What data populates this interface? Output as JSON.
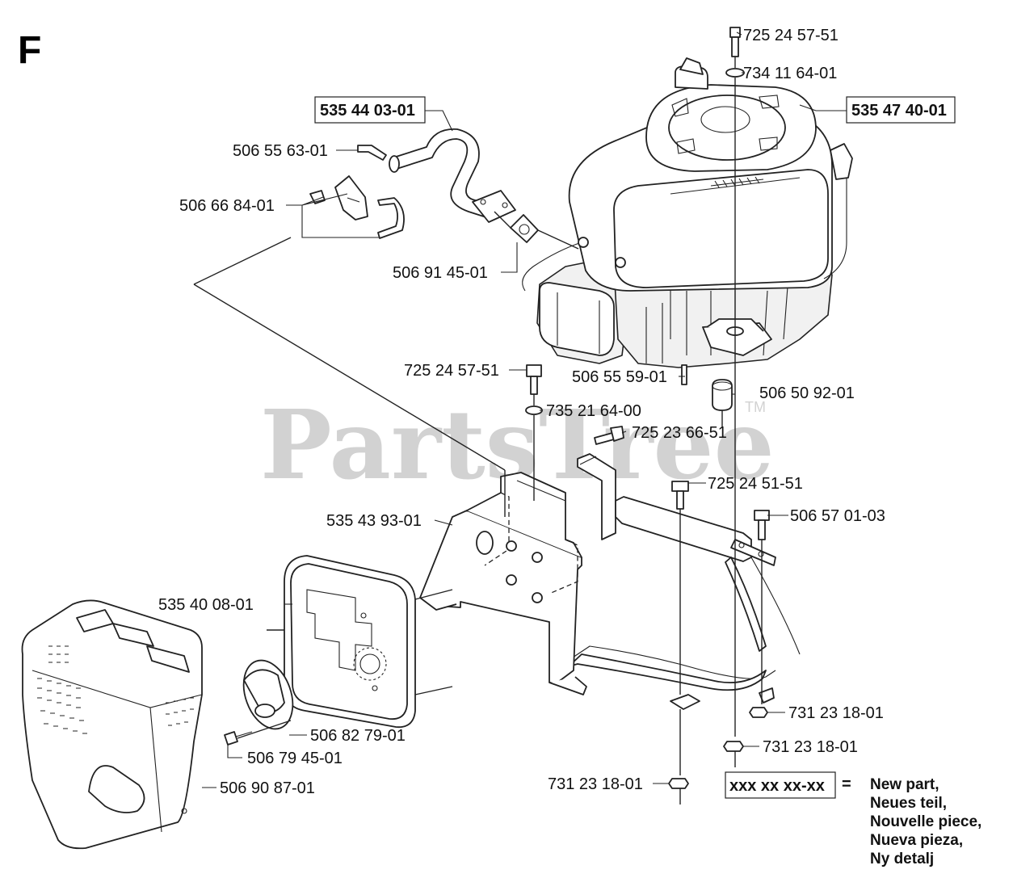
{
  "section_letter": "F",
  "watermark": "PartsTree",
  "trademark": "TM",
  "parts": {
    "engine": "535 47 40-01",
    "exhaust_pipe": "535 44 03-01",
    "screw_top": "725 24 57-51",
    "washer_top": "734 11 64-01",
    "bolt_pipe": "506 55 63-01",
    "clamp_kit": "506 66 84-01",
    "gasket": "506 91 45-01",
    "screw_mid": "725 24 57-51",
    "pin": "506 55 59-01",
    "spacer": "506 50 92-01",
    "washer_mid": "735 21 64-00",
    "screw_side": "725 23 66-51",
    "screw_frame": "725 24 51-51",
    "bolt_frame": "506 57 01-03",
    "bracket": "535 43 93-01",
    "muffler": "535 40 08-01",
    "deflector": "506 82 79-01",
    "screw_guard": "506 79 45-01",
    "guard": "506 90 87-01",
    "nut_right": "731 23 18-01",
    "nut_right2": "731 23 18-01",
    "nut_bottom": "731 23 18-01"
  },
  "legend": {
    "sample": "xxx xx xx-xx",
    "equals": "=",
    "lines": [
      "New part,",
      "Neues teil,",
      "Nouvelle piece,",
      "Nueva pieza,",
      "Ny detalj"
    ]
  }
}
